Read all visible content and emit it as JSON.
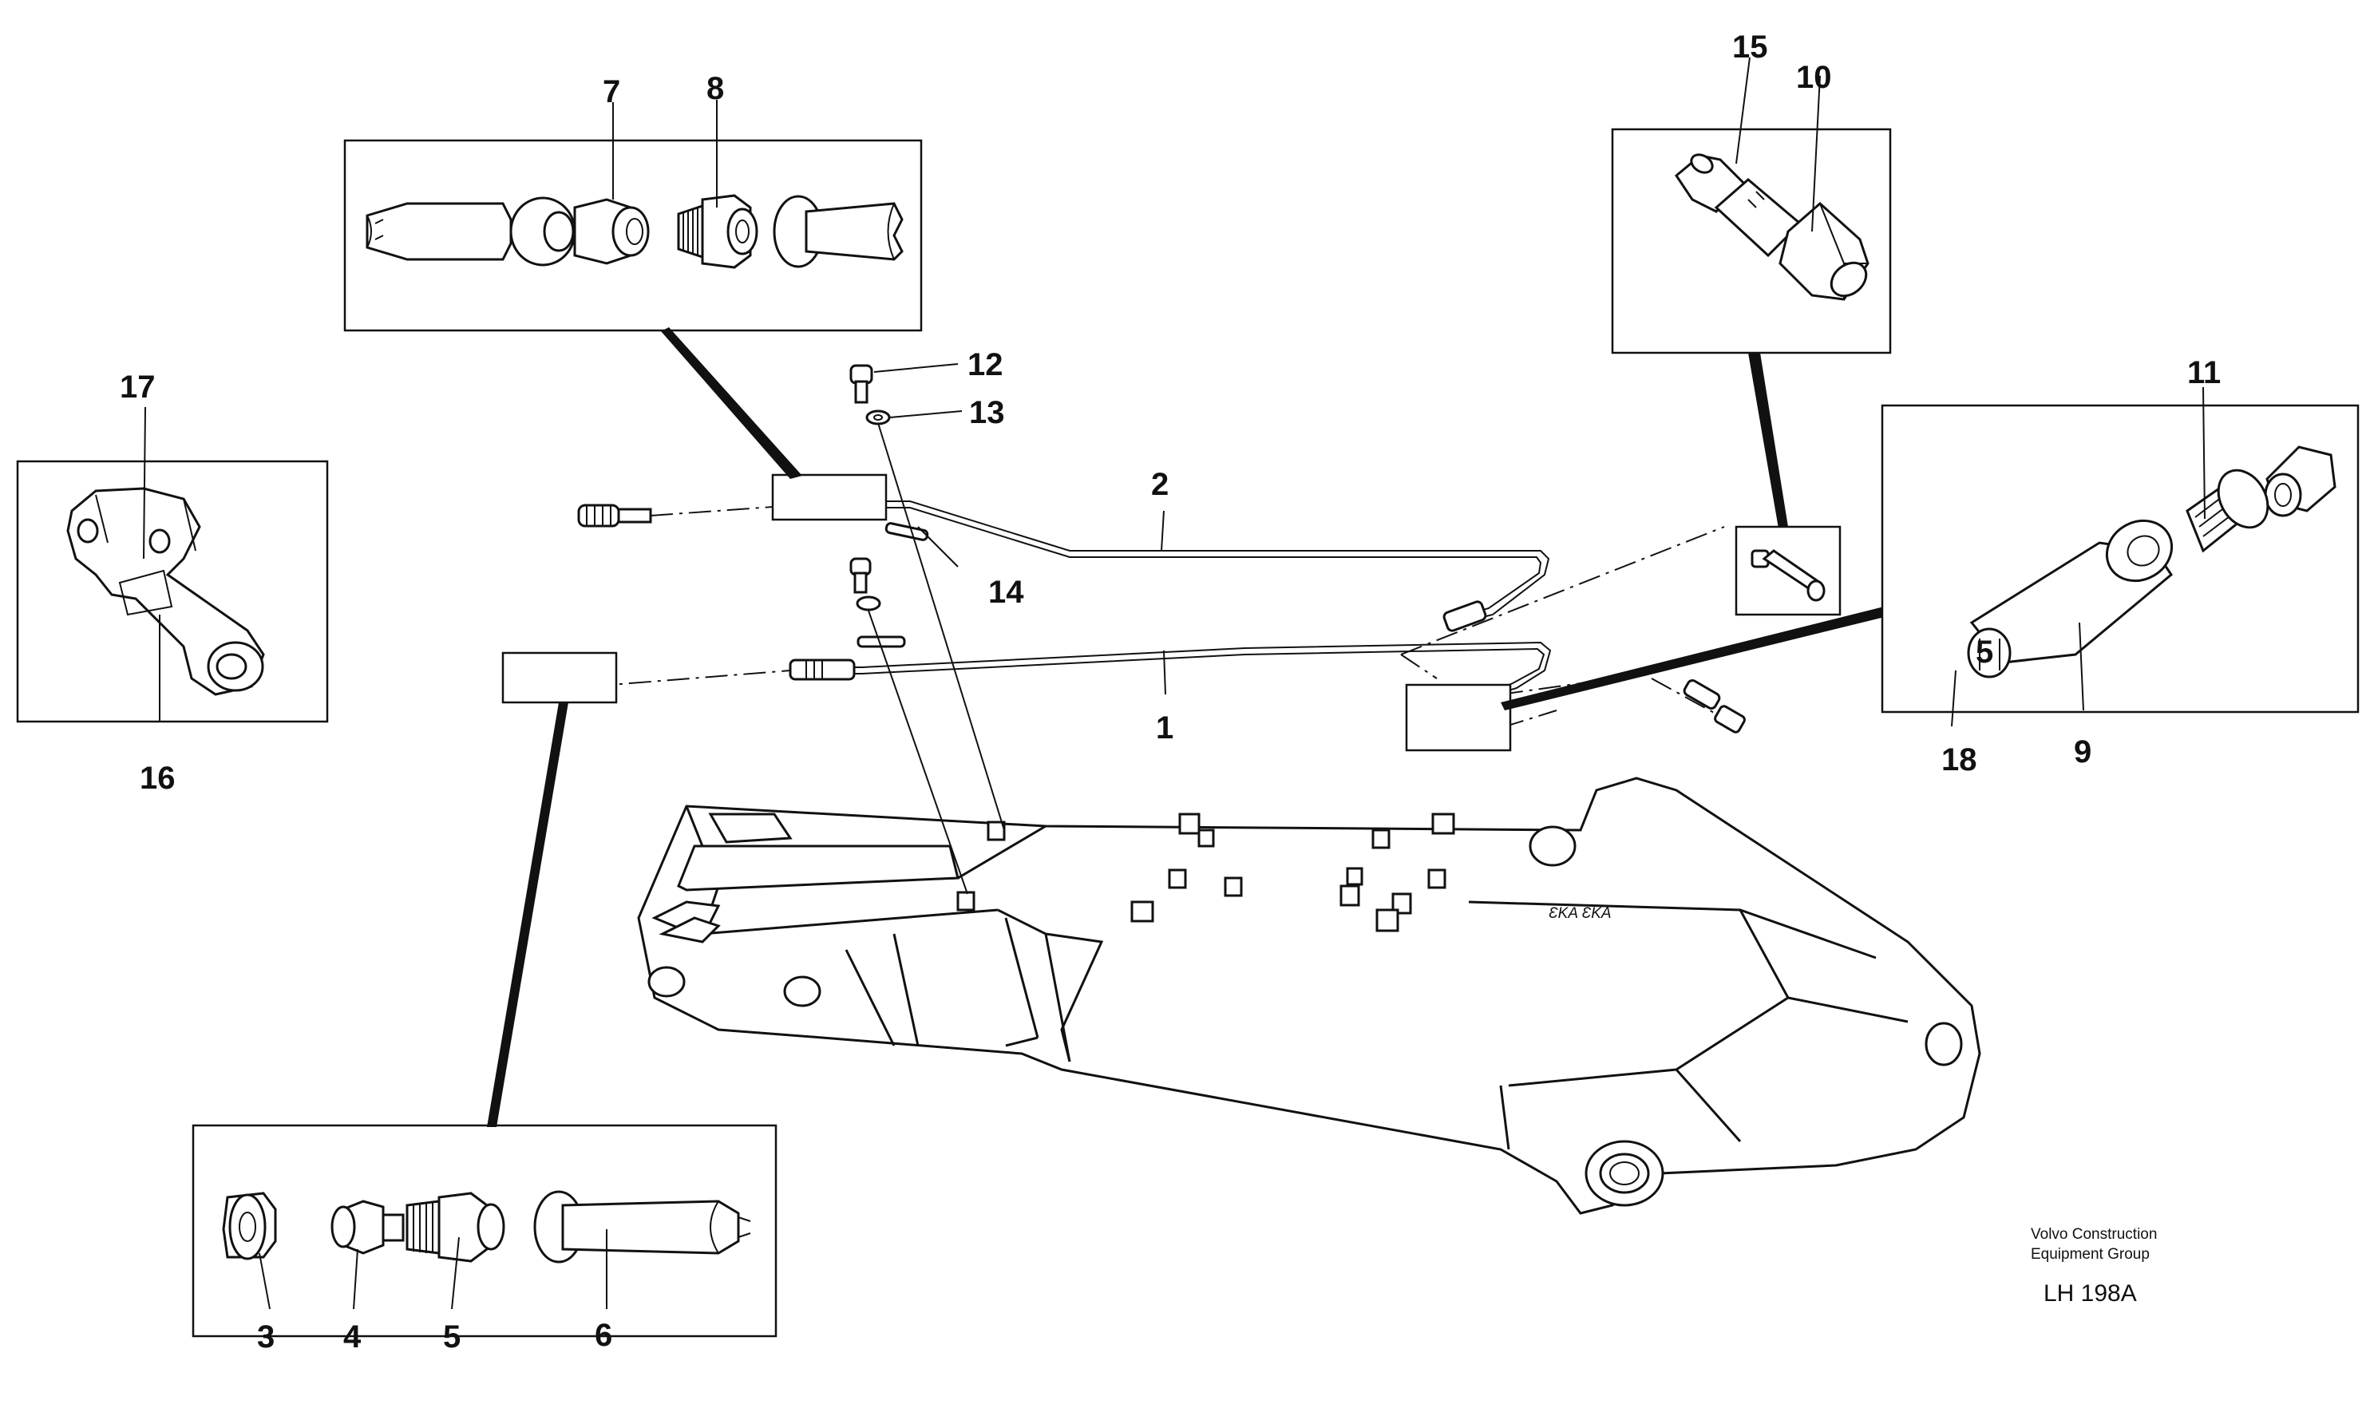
{
  "part_labels": [
    "1",
    "2",
    "3",
    "4",
    "5",
    "6",
    "7",
    "8",
    "9",
    "10",
    "11",
    "12",
    "13",
    "14",
    "15",
    "16",
    "17",
    "18"
  ],
  "caption": {
    "company_line1": "Volvo Construction",
    "company_line2": "Equipment Group",
    "drawing_id": "LH 198A"
  }
}
